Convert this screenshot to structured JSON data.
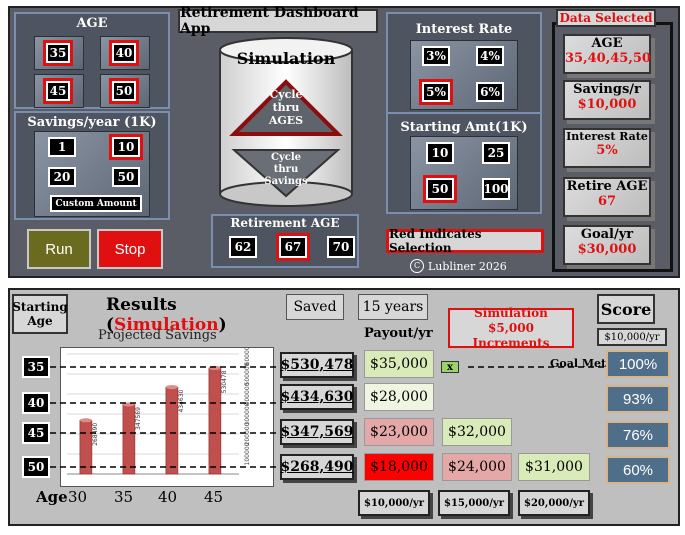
{
  "app": {
    "title": "Retirement Dashboard App",
    "copyright": "Lubliner 2026"
  },
  "age": {
    "label": "AGE",
    "options": [
      "35",
      "40",
      "45",
      "50"
    ]
  },
  "savings": {
    "label": "Savings/year (1K)",
    "options": [
      "1",
      "10",
      "20",
      "50"
    ],
    "custom": "Custom  Amount"
  },
  "buttons": {
    "run": "Run",
    "stop": "Stop"
  },
  "simulation": {
    "title": "Simulation",
    "cycle_ages": "Cycle thru AGES",
    "cycle_savings": "Cycle thru Savings"
  },
  "retirement_age": {
    "label": "Retirement AGE",
    "options": [
      "62",
      "67",
      "70"
    ]
  },
  "interest": {
    "label": "Interest Rate",
    "options": [
      "3%",
      "4%",
      "5%",
      "6%"
    ]
  },
  "starting_amt": {
    "label": "Starting Amt(1K)",
    "options": [
      "10",
      "25",
      "50",
      "100"
    ]
  },
  "note": "Red Indicates Selection",
  "data_selected": {
    "title": "Data Selected",
    "items": [
      {
        "label": "AGE",
        "value": "35,40,45,50"
      },
      {
        "label": "Savings/r",
        "value": "$10,000"
      },
      {
        "label": "Interest Rate",
        "value": "5%"
      },
      {
        "label": "Retire AGE",
        "value": "67"
      },
      {
        "label": "Goal/yr",
        "value": "$30,000"
      }
    ]
  },
  "results": {
    "starting_age": "Starting Age",
    "title_prefix": "Results (",
    "title_mode": "Simulation",
    "title_suffix": ")",
    "saved": "Saved",
    "years": "15 years",
    "sim_note": "Simulation $5,000 Increments",
    "score_label": "Score",
    "score_unit": "$10,000/yr",
    "projected_label": "Projected Savings",
    "payout_label": "Payout/yr",
    "goal_met": "Goal Met",
    "goal_check": "x",
    "age_axis_label": "Age",
    "ages": [
      "35",
      "40",
      "45",
      "50"
    ],
    "totals": [
      "$530,478",
      "$434,630",
      "$347,569",
      "$268,490"
    ],
    "payout_rows": [
      [
        "$35,000"
      ],
      [
        "$28,000"
      ],
      [
        "$23,000",
        "$32,000"
      ],
      [
        "$18,000",
        "$24,000",
        "$31,000"
      ]
    ],
    "scores": [
      "100%",
      "93%",
      "76%",
      "60%"
    ],
    "increments": [
      "$10,000/yr",
      "$15,000/yr",
      "$20,000/yr"
    ]
  },
  "chart_data": {
    "type": "bar",
    "title": "Projected Savings",
    "categories": [
      "30",
      "35",
      "40",
      "45"
    ],
    "values": [
      268490,
      347569,
      434630,
      530478
    ],
    "data_labels": [
      "268490",
      "347569",
      "434630",
      "530478"
    ],
    "ylim": [
      0,
      600000
    ],
    "yticks": [
      "100000",
      "200000",
      "300000",
      "400000",
      "500000",
      "600000"
    ],
    "bar_color": "#c0504d"
  }
}
